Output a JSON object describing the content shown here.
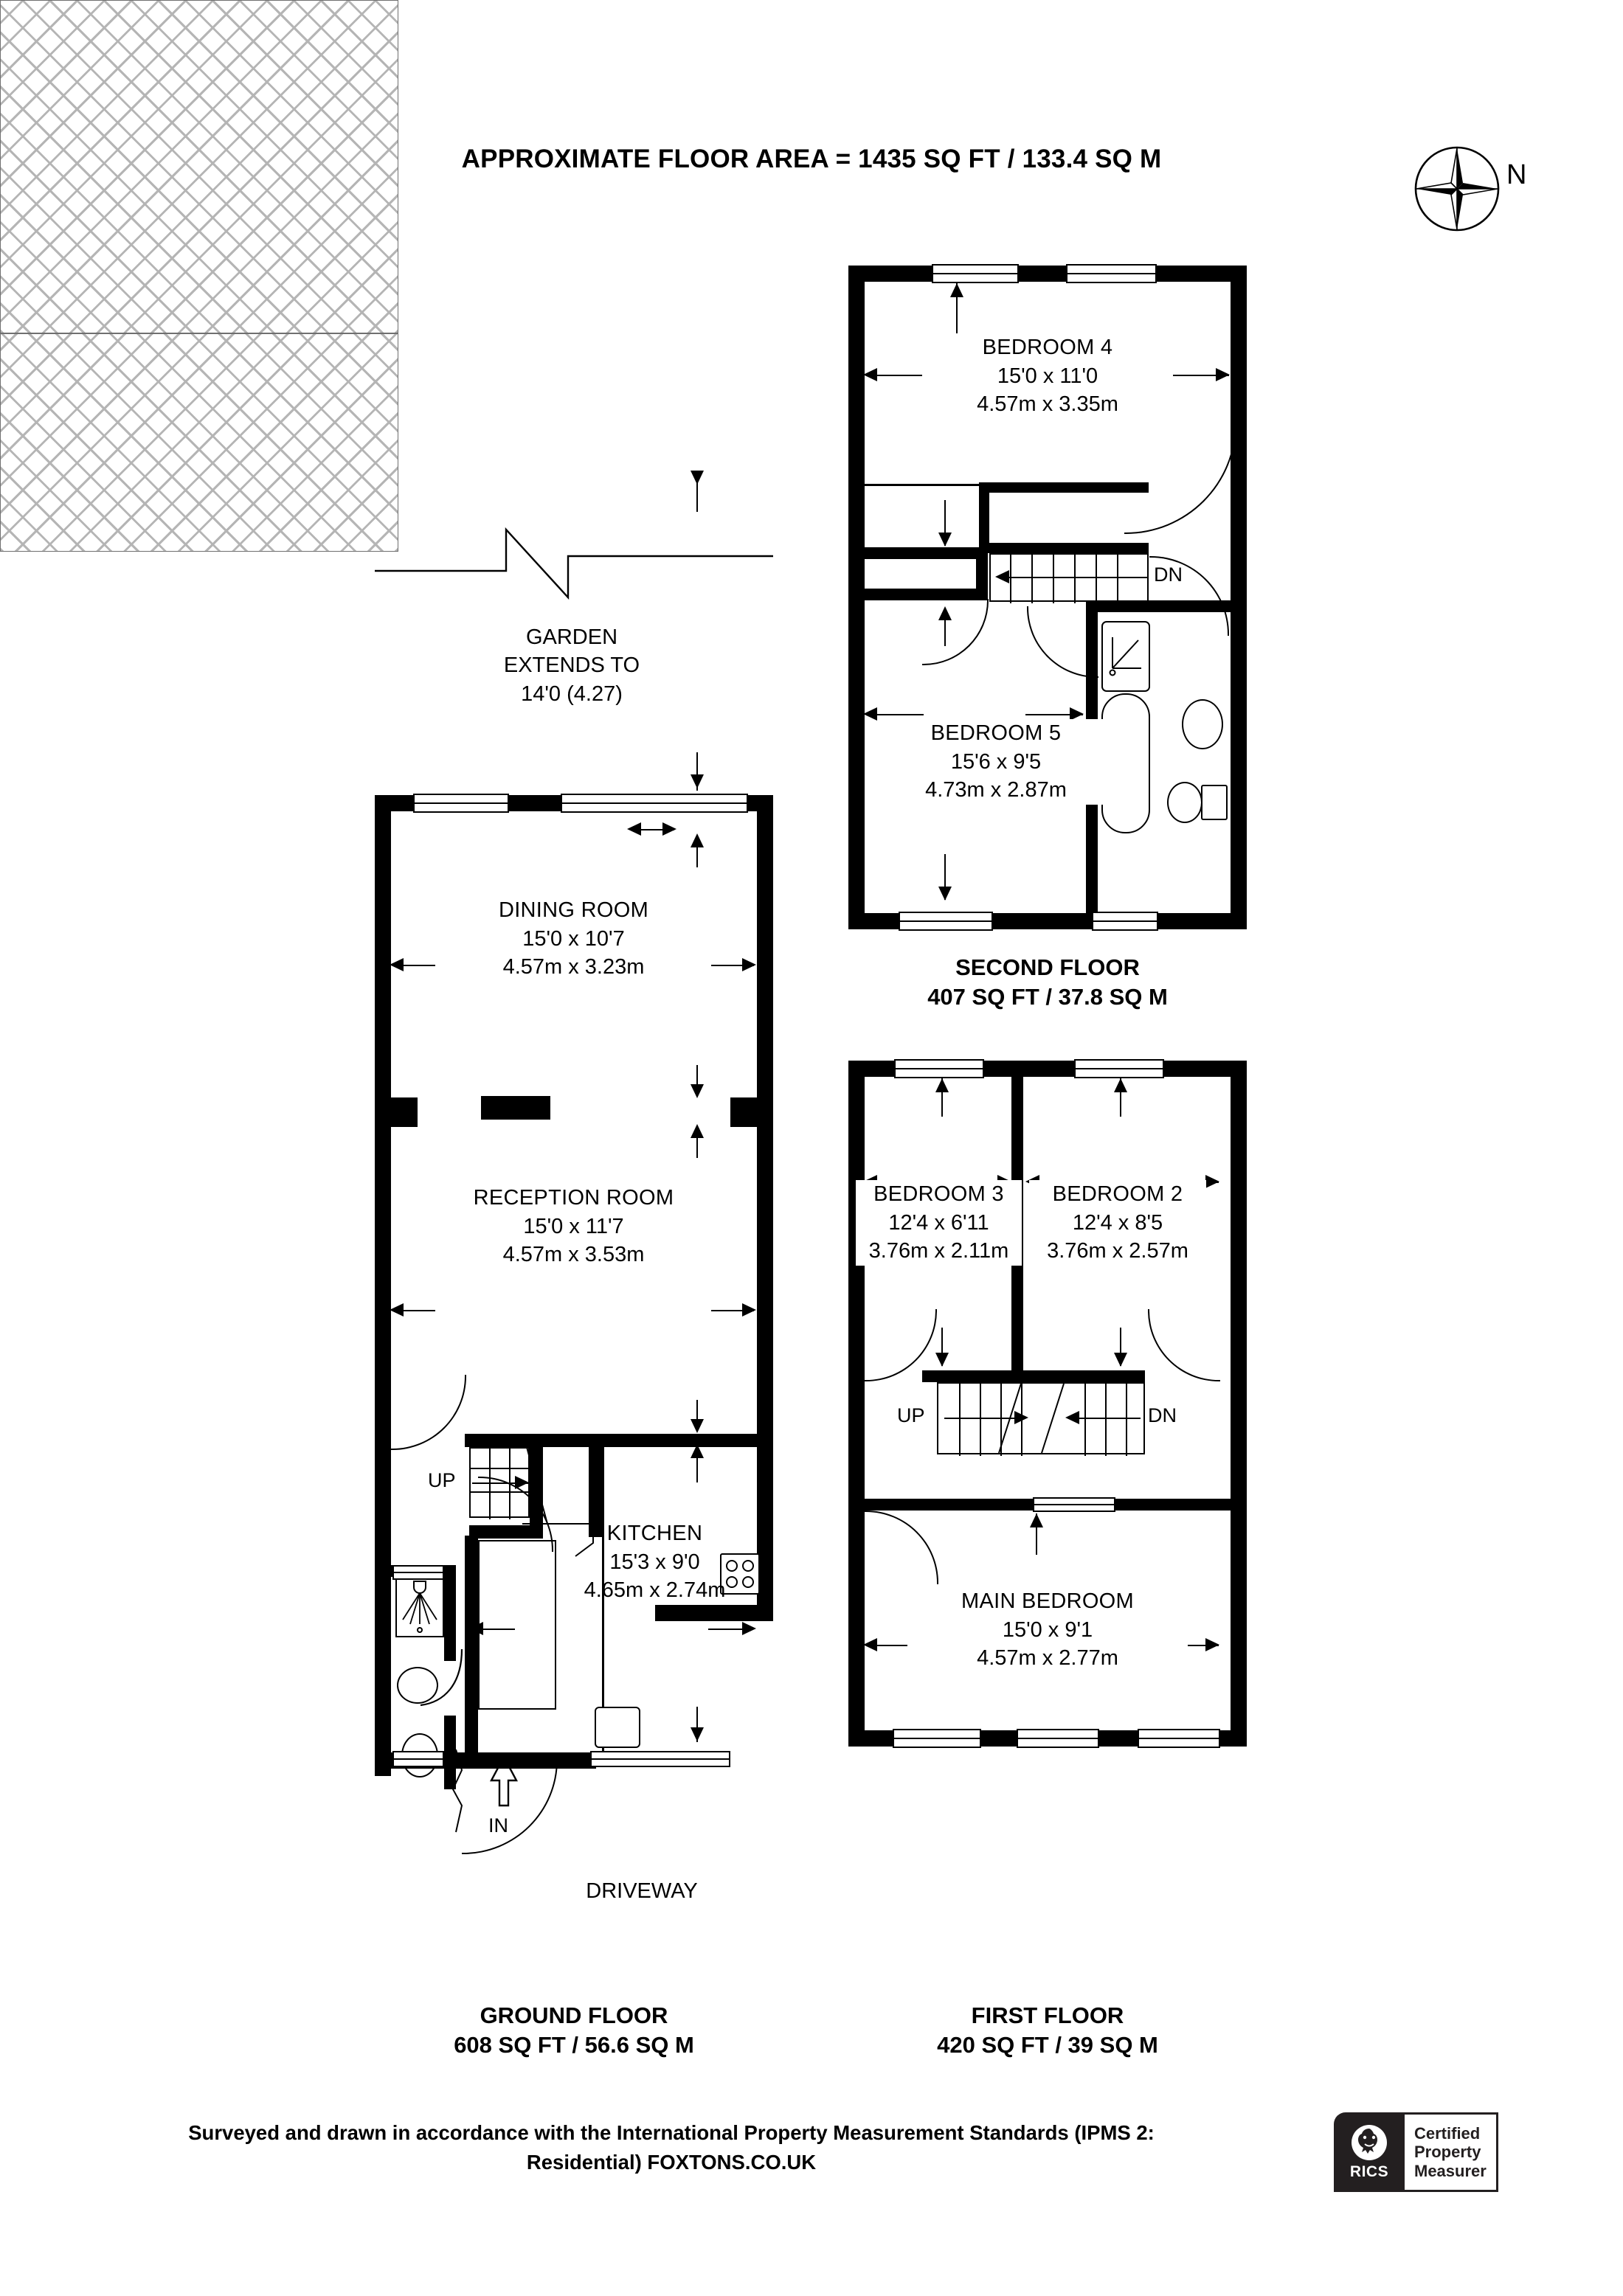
{
  "header": {
    "title": "APPROXIMATE FLOOR AREA = 1435 SQ FT / 133.4 SQ M",
    "compass_label": "N",
    "compass_icon": "compass-rose-icon"
  },
  "floors": [
    {
      "id": "ground",
      "name": "GROUND FLOOR",
      "area": "608 SQ FT / 56.6 SQ M",
      "rooms": [
        {
          "name": "DINING ROOM",
          "imperial": "15'0 x 10'7",
          "metric": "4.57m x 3.23m"
        },
        {
          "name": "RECEPTION ROOM",
          "imperial": "15'0 x 11'7",
          "metric": "4.57m x 3.53m"
        },
        {
          "name": "KITCHEN",
          "imperial": "15'3 x 9'0",
          "metric": "4.65m x 2.74m"
        }
      ],
      "annotations": {
        "garden": "GARDEN\nEXTENDS TO\n14'0 (4.27)",
        "garden_line1": "GARDEN",
        "garden_line2": "EXTENDS TO",
        "garden_line3": "14'0 (4.27)",
        "driveway": "DRIVEWAY",
        "entrance": "IN",
        "stairs_up": "UP"
      }
    },
    {
      "id": "first",
      "name": "FIRST FLOOR",
      "area": "420 SQ FT / 39 SQ M",
      "rooms": [
        {
          "name": "BEDROOM 3",
          "imperial": "12'4 x 6'11",
          "metric": "3.76m x 2.11m"
        },
        {
          "name": "BEDROOM 2",
          "imperial": "12'4 x 8'5",
          "metric": "3.76m x 2.57m"
        },
        {
          "name": "MAIN BEDROOM",
          "imperial": "15'0 x 9'1",
          "metric": "4.57m x 2.77m"
        }
      ],
      "annotations": {
        "stairs_up": "UP",
        "stairs_down": "DN"
      }
    },
    {
      "id": "second",
      "name": "SECOND FLOOR",
      "area": "407 SQ FT / 37.8 SQ M",
      "rooms": [
        {
          "name": "BEDROOM 4",
          "imperial": "15'0 x 11'0",
          "metric": "4.57m x 3.35m"
        },
        {
          "name": "BEDROOM 5",
          "imperial": "15'6 x 9'5",
          "metric": "4.73m x 2.87m"
        }
      ],
      "annotations": {
        "stairs_down": "DN"
      }
    }
  ],
  "footer": {
    "line1": "Surveyed and drawn in accordance with the International Property Measurement Standards (IPMS 2:",
    "line2": "Residential) FOXTONS.CO.UK",
    "badge": {
      "brand": "RICS",
      "trademark": "®",
      "line1": "Certified",
      "line2": "Property",
      "line3": "Measurer"
    }
  },
  "colors": {
    "wall": "#000000",
    "paper": "#ffffff",
    "hatch": "#b5b5b5",
    "badge": "#231f20"
  }
}
